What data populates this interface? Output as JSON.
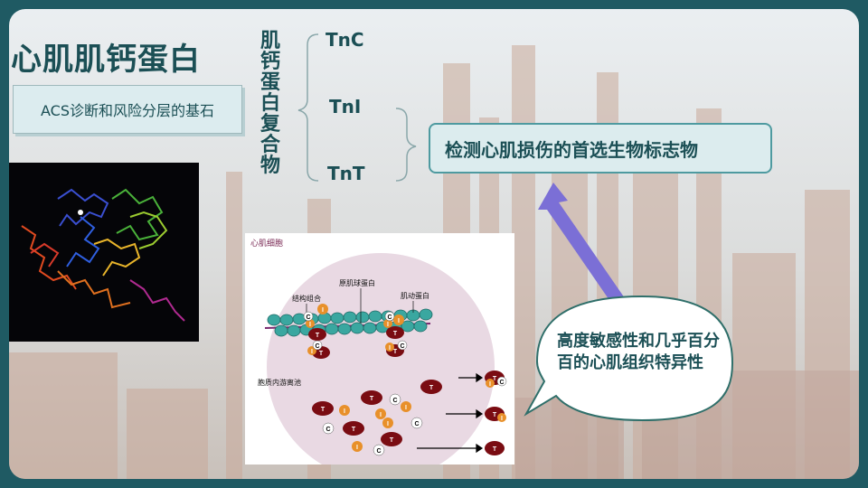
{
  "slide": {
    "title": "心肌肌钙蛋白",
    "subtitle": "ACS诊断和风险分层的基石",
    "complex_label": "肌钙蛋白复合物",
    "subunits": [
      "TnC",
      "TnI",
      "TnT"
    ],
    "result": "检测心肌损伤的首选生物标志物",
    "bubble": "高度敏感性和几乎百分百的心肌组织特异性"
  },
  "diagram": {
    "cell_label": "心肌细胞",
    "structural_label": "结构组合",
    "tropomyosin_label": "原肌球蛋白",
    "actin_label": "肌动蛋白",
    "cytosol_label": "胞质内游离池",
    "letter_t": "T",
    "letter_i": "I",
    "letter_c": "C"
  },
  "colors": {
    "title": "#1b4f55",
    "box_border": "#4e9aa0",
    "arrow": "#7b6fd6",
    "tnt_red": "#7a0c12",
    "tni_orange": "#e8902a"
  }
}
